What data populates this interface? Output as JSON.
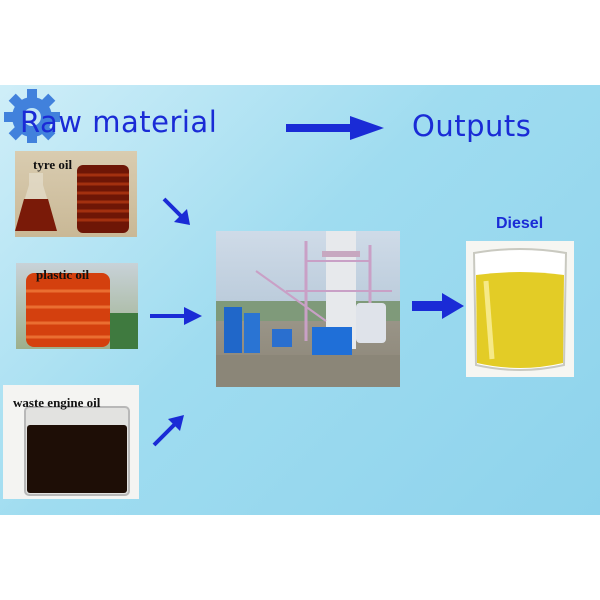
{
  "header": {
    "raw_material": "Raw material",
    "outputs": "Outputs"
  },
  "inputs": [
    {
      "label": "tyre oil"
    },
    {
      "label": "plastic oil"
    },
    {
      "label": "waste engine oil"
    }
  ],
  "output": {
    "label": "Diesel"
  },
  "colors": {
    "heading_blue": "#1a2bd6",
    "arrow_blue": "#1a2bd6",
    "tyre_oil": "#7a1a08",
    "plastic_oil": "#d4400e",
    "engine_oil": "#1e0e06",
    "diesel": "#e3cc26"
  },
  "icons": [
    "gear-logo-icon",
    "arrow-right-icon",
    "arrow-down-right-icon",
    "arrow-up-right-icon"
  ]
}
